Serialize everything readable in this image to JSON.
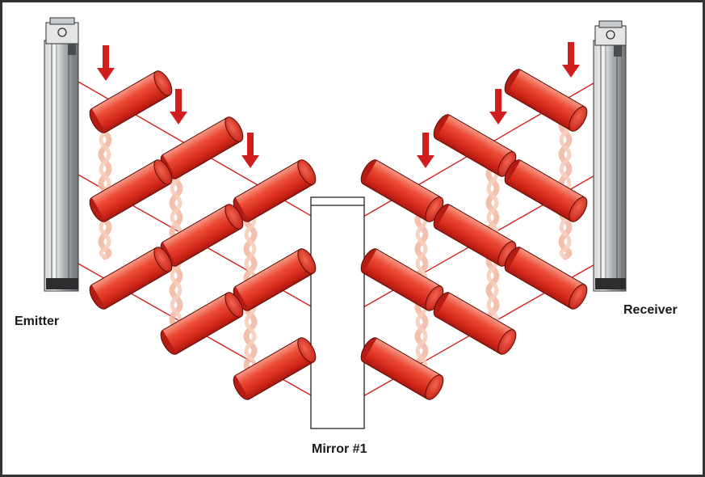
{
  "labels": {
    "emitter": "Emitter",
    "receiver": "Receiver",
    "mirror": "Mirror #1"
  },
  "colors": {
    "beam": "#d42020",
    "arrow": "#d21d1d",
    "rod_light": "#f5826d",
    "rod_mid": "#e8402e",
    "rod_dark": "#a81810",
    "strand": "#f2b5a0",
    "housing": "#9ea2a6",
    "frame": "#333333"
  },
  "icons": {
    "arrow": "down-arrow-icon",
    "rod": "cylinder-rod-icon",
    "strand": "twisted-strand-icon",
    "emitter": "light-curtain-emitter-icon",
    "receiver": "light-curtain-receiver-icon",
    "mirror": "mirror-icon"
  }
}
